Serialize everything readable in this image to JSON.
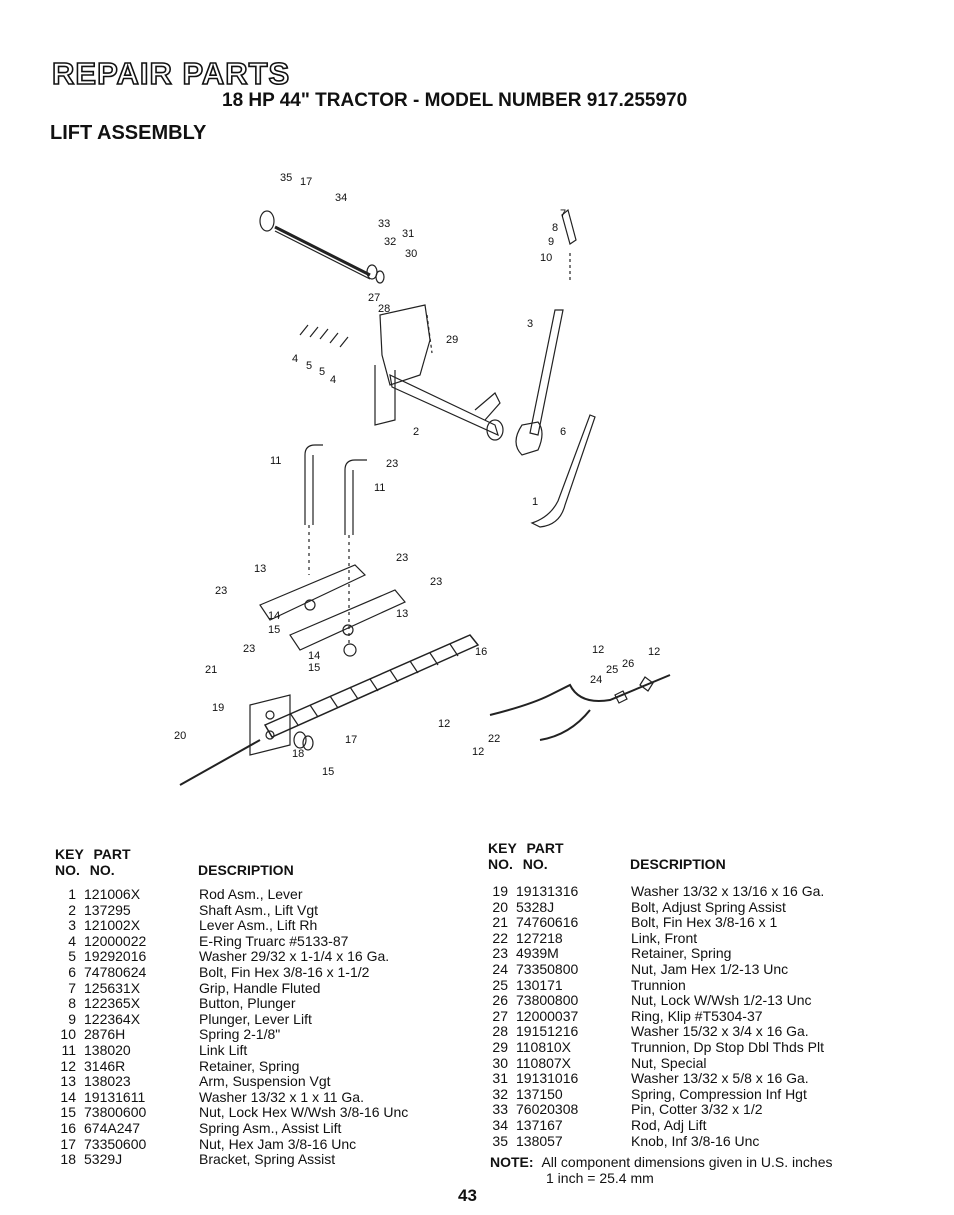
{
  "header": {
    "repair_title": "REPAIR PARTS",
    "model_title": "18 HP 44\" TRACTOR - MODEL NUMBER 917.255970",
    "section_title": "LIFT ASSEMBLY"
  },
  "diagram_labels": {
    "l35": "35",
    "l17a": "17",
    "l34": "34",
    "l33": "33",
    "l31": "31",
    "l32": "32",
    "l30": "30",
    "l27": "27",
    "l28": "28",
    "l29": "29",
    "l4a": "4",
    "l5a": "5",
    "l5b": "5",
    "l4b": "4",
    "l2": "2",
    "l7": "7",
    "l8": "8",
    "l9": "9",
    "l10": "10",
    "l3": "3",
    "l6": "6",
    "l1": "1",
    "l11a": "11",
    "l23a": "23",
    "l11b": "11",
    "l13a": "13",
    "l23b": "23",
    "l23c": "23",
    "l23d": "23",
    "l14a": "14",
    "l15a": "15",
    "l13b": "13",
    "l23e": "23",
    "l14b": "14",
    "l15b": "15",
    "l16": "16",
    "l21": "21",
    "l19": "19",
    "l20": "20",
    "l17b": "17",
    "l18": "18",
    "l15c": "15",
    "l12a": "12",
    "l12b": "12",
    "l25": "25",
    "l26": "26",
    "l24": "24",
    "l12c": "12",
    "l22": "22",
    "l12d": "12"
  },
  "table_headers": {
    "key_line1": "KEY",
    "part_line1": "PART",
    "key_line2": "NO.",
    "part_line2": "NO.",
    "description": "DESCRIPTION"
  },
  "parts_left": [
    {
      "key": "1",
      "part": "121006X",
      "desc": "Rod Asm., Lever"
    },
    {
      "key": "2",
      "part": "137295",
      "desc": "Shaft Asm., Lift Vgt"
    },
    {
      "key": "3",
      "part": "121002X",
      "desc": "Lever Asm., Lift Rh"
    },
    {
      "key": "4",
      "part": "12000022",
      "desc": "E-Ring Truarc #5133-87"
    },
    {
      "key": "5",
      "part": "19292016",
      "desc": "Washer 29/32 x 1-1/4 x 16 Ga."
    },
    {
      "key": "6",
      "part": "74780624",
      "desc": "Bolt, Fin Hex 3/8-16 x 1-1/2"
    },
    {
      "key": "7",
      "part": "125631X",
      "desc": "Grip, Handle Fluted"
    },
    {
      "key": "8",
      "part": "122365X",
      "desc": "Button, Plunger"
    },
    {
      "key": "9",
      "part": "122364X",
      "desc": "Plunger, Lever Lift"
    },
    {
      "key": "10",
      "part": "2876H",
      "desc": "Spring 2-1/8\""
    },
    {
      "key": "11",
      "part": "138020",
      "desc": "Link Lift"
    },
    {
      "key": "12",
      "part": "3146R",
      "desc": "Retainer, Spring"
    },
    {
      "key": "13",
      "part": "138023",
      "desc": "Arm, Suspension Vgt"
    },
    {
      "key": "14",
      "part": "19131611",
      "desc": "Washer 13/32 x 1 x 11 Ga."
    },
    {
      "key": "15",
      "part": "73800600",
      "desc": "Nut, Lock Hex W/Wsh 3/8-16 Unc"
    },
    {
      "key": "16",
      "part": "674A247",
      "desc": "Spring Asm., Assist Lift"
    },
    {
      "key": "17",
      "part": "73350600",
      "desc": "Nut, Hex Jam 3/8-16 Unc"
    },
    {
      "key": "18",
      "part": "5329J",
      "desc": "Bracket, Spring Assist"
    }
  ],
  "parts_right": [
    {
      "key": "19",
      "part": "19131316",
      "desc": "Washer 13/32 x 13/16 x 16 Ga."
    },
    {
      "key": "20",
      "part": "5328J",
      "desc": "Bolt, Adjust Spring Assist"
    },
    {
      "key": "21",
      "part": "74760616",
      "desc": "Bolt, Fin Hex 3/8-16 x 1"
    },
    {
      "key": "22",
      "part": "127218",
      "desc": "Link, Front"
    },
    {
      "key": "23",
      "part": "4939M",
      "desc": "Retainer, Spring"
    },
    {
      "key": "24",
      "part": "73350800",
      "desc": "Nut, Jam Hex 1/2-13 Unc"
    },
    {
      "key": "25",
      "part": "130171",
      "desc": "Trunnion"
    },
    {
      "key": "26",
      "part": "73800800",
      "desc": "Nut, Lock W/Wsh 1/2-13 Unc"
    },
    {
      "key": "27",
      "part": "12000037",
      "desc": "Ring, Klip #T5304-37"
    },
    {
      "key": "28",
      "part": "19151216",
      "desc": "Washer 15/32 x 3/4 x 16 Ga."
    },
    {
      "key": "29",
      "part": "110810X",
      "desc": "Trunnion, Dp Stop Dbl Thds Plt"
    },
    {
      "key": "30",
      "part": "110807X",
      "desc": "Nut, Special"
    },
    {
      "key": "31",
      "part": "19131016",
      "desc": "Washer 13/32 x 5/8 x 16 Ga."
    },
    {
      "key": "32",
      "part": "137150",
      "desc": "Spring, Compression Inf Hgt"
    },
    {
      "key": "33",
      "part": "76020308",
      "desc": "Pin, Cotter 3/32 x 1/2"
    },
    {
      "key": "34",
      "part": "137167",
      "desc": "Rod, Adj Lift"
    },
    {
      "key": "35",
      "part": "138057",
      "desc": "Knob, Inf 3/8-16 Unc"
    }
  ],
  "note": {
    "label": "NOTE:",
    "line1": "All component dimensions given in U.S. inches",
    "line2": "1 inch = 25.4 mm"
  },
  "page_number": "43"
}
